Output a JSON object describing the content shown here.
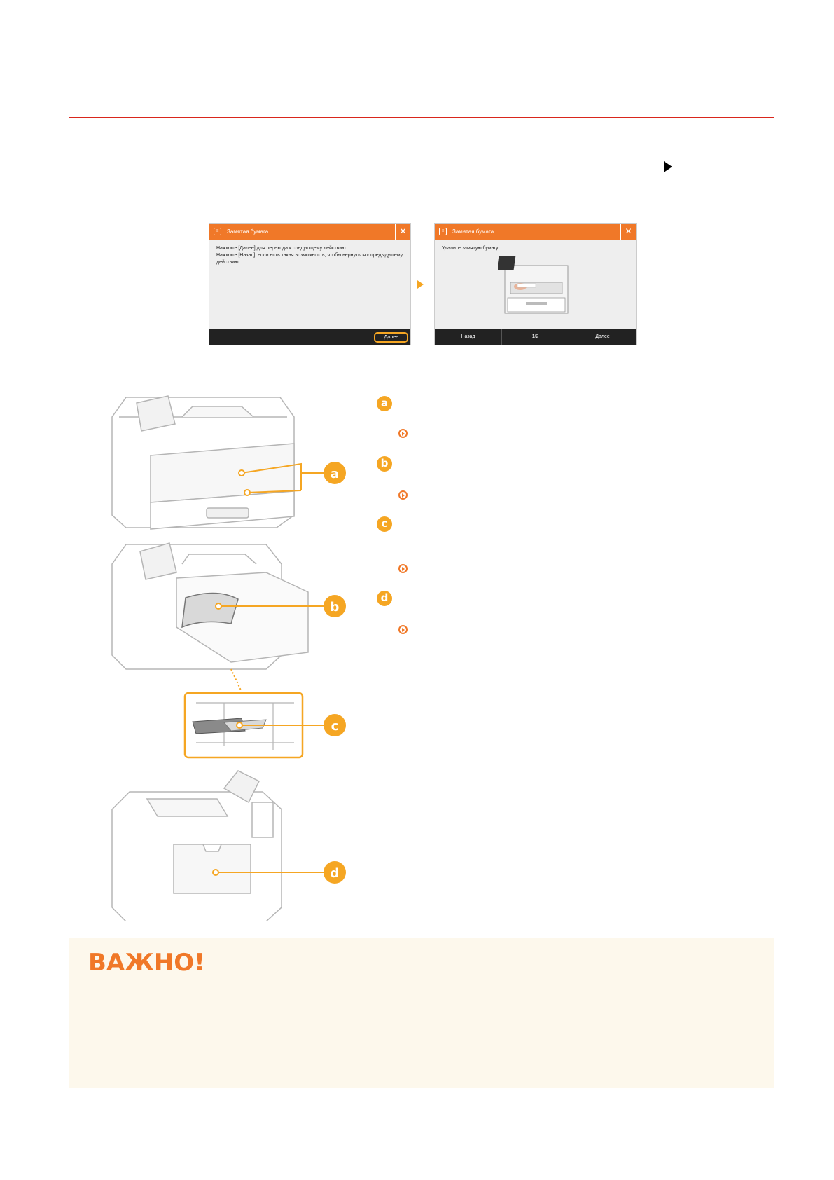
{
  "screen1": {
    "title": "Замятая бумага.",
    "line1": "Нажмите [Далее] для перехода к следующему действию.",
    "line2": "Нажмите [Назад], если есть такая возможность, чтобы вернуться к предыдущему действию.",
    "next_label": "Далее"
  },
  "screen2": {
    "title": "Замятая бумага.",
    "instruction": "Удалите замятую бумагу.",
    "back_label": "Назад",
    "page": "1/2",
    "next_label": "Далее"
  },
  "legend": {
    "a": "a",
    "b": "b",
    "c": "c",
    "d": "d"
  },
  "important": {
    "heading": "ВАЖНО!"
  },
  "colors": {
    "rule": "#d9261c",
    "accent": "#f5a623",
    "heading": "#f07828",
    "note_bg": "#fdf8ec"
  }
}
